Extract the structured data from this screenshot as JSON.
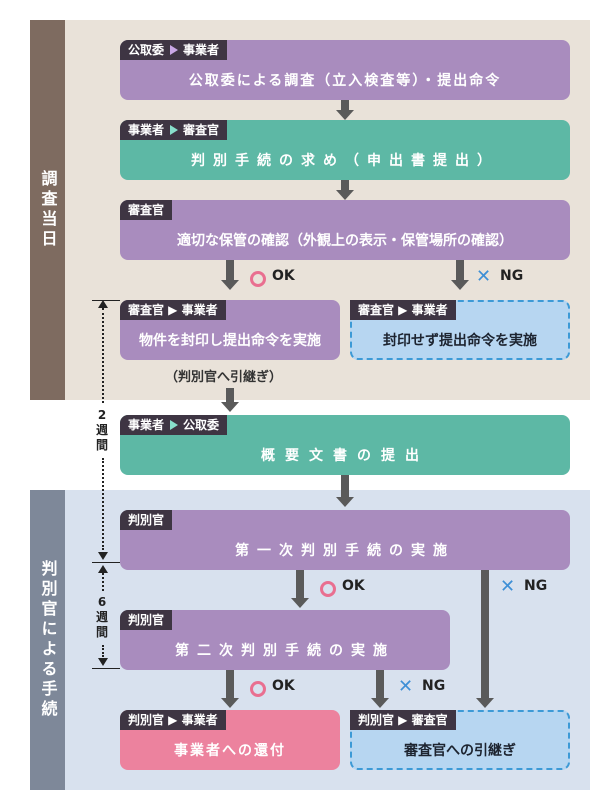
{
  "sections": {
    "top_label": "調査当日",
    "bottom_label": "判別官による手続"
  },
  "steps": [
    {
      "tag_from": "公取委",
      "tag_to": "事業者",
      "text": "公取委による調査（立入検査等）・提出命令"
    },
    {
      "tag_from": "事業者",
      "tag_to": "審査官",
      "text": "判別手続の求め（申出書提出）"
    },
    {
      "tag": "審査官",
      "text": "適切な保管の確認（外観上の表示・保管場所の確認）"
    },
    {
      "tag": "審査官 ▶ 事業者",
      "text": "物件を封印し提出命令を実施"
    },
    {
      "tag": "審査官 ▶ 事業者",
      "text": "封印せず提出命令を実施"
    },
    {
      "tag_from": "事業者",
      "tag_to": "公取委",
      "text": "概要文書の提出"
    },
    {
      "tag": "判別官",
      "text": "第一次判別手続の実施"
    },
    {
      "tag": "判別官",
      "text": "第二次判別手続の実施"
    },
    {
      "tag": "判別官 ▶ 事業者",
      "text": "事業者への還付"
    },
    {
      "tag": "判別官 ▶ 審査官",
      "text": "審査官への引継ぎ"
    }
  ],
  "notes": {
    "handover": "（判別官へ引継ぎ）",
    "weeks_2_num": "2",
    "weeks_2_unit1": "週",
    "weeks_2_unit2": "間",
    "weeks_6_num": "6",
    "weeks_6_unit1": "週",
    "weeks_6_unit2": "間"
  },
  "outcomes": {
    "ok": "OK",
    "ng": "NG",
    "ng_mark": "✕"
  },
  "colors": {
    "purple": "#a98cbe",
    "teal": "#5db8a5",
    "pink": "#ec829e",
    "light_blue": "#b7d6f1",
    "tag_dark": "#3e3543",
    "ok_ring": "#e96f90",
    "ng_blue": "#3d8fd6"
  }
}
